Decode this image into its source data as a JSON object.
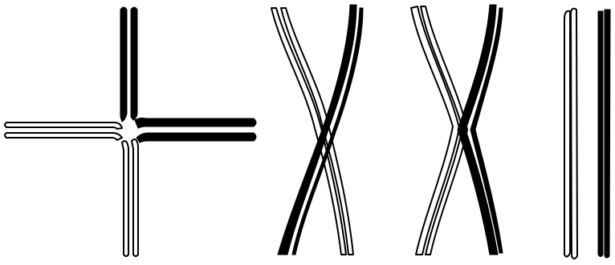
{
  "figure": {
    "stages": [
      {
        "arrangement": "cross",
        "strand_colors": [
          "black",
          "white"
        ],
        "strands_per_chromosome": 2
      },
      {
        "arrangement": "X",
        "strand_colors": [
          "black",
          "white"
        ],
        "strands_per_chromosome": 2
      },
      {
        "arrangement": "X",
        "strand_colors": [
          "black",
          "white"
        ],
        "strands_per_chromosome": 2
      },
      {
        "arrangement": "parallel",
        "strand_colors": [
          "white",
          "black"
        ],
        "strands_per_chromosome": 2
      }
    ],
    "colors": {
      "dark": "#000000",
      "light": "#ffffff",
      "outline": "#000000"
    }
  }
}
